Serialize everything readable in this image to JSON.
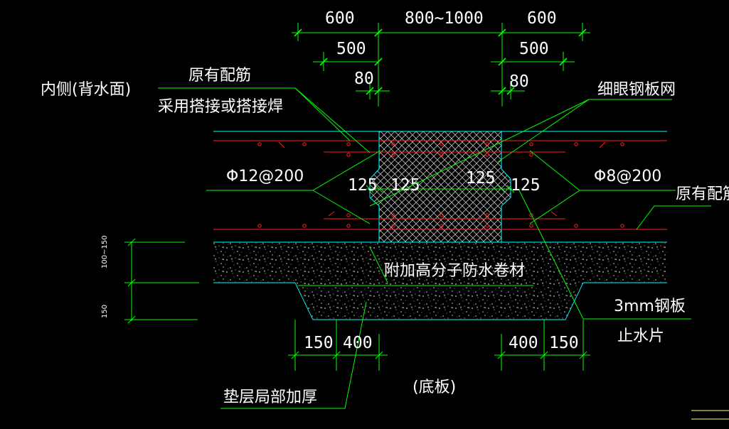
{
  "colors": {
    "background": "#000000",
    "dimension_line": "#00ff00",
    "leader_line": "#00ff00",
    "rebar": "#ff2020",
    "slab_edge": "#00ffff",
    "hatch": "#c0c0c0",
    "text": "#ffffff",
    "corner_mark": "#ffff66"
  },
  "dimensions": {
    "top_left_600": "600",
    "top_mid_800_1000": "800~1000",
    "top_right_600": "600",
    "left_500": "500",
    "right_500": "500",
    "left_80": "80",
    "right_80": "80",
    "inner_125_a": "125",
    "inner_125_b": "125",
    "inner_125_c": "125",
    "inner_125_d": "125",
    "bottom_left_150": "150",
    "bottom_left_400": "400",
    "bottom_right_400": "400",
    "bottom_right_150": "150",
    "side_100_150": "100~150",
    "side_150": "150"
  },
  "labels": {
    "inner_side": "内侧(背水面)",
    "existing_rebar": "原有配筋",
    "lap_weld": "采用搭接或搭接焊",
    "fine_mesh": "细眼钢板网",
    "rebar_phi12": "Φ12@200",
    "rebar_phi8": "Φ8@200",
    "existing_rebar_connect": "原有配筋连",
    "waterproof_membrane": "附加高分子防水卷材",
    "steel_plate": "3mm钢板",
    "waterstop": "止水片",
    "cushion_thicken": "垫层局部加厚",
    "base_slab": "(底板)"
  }
}
